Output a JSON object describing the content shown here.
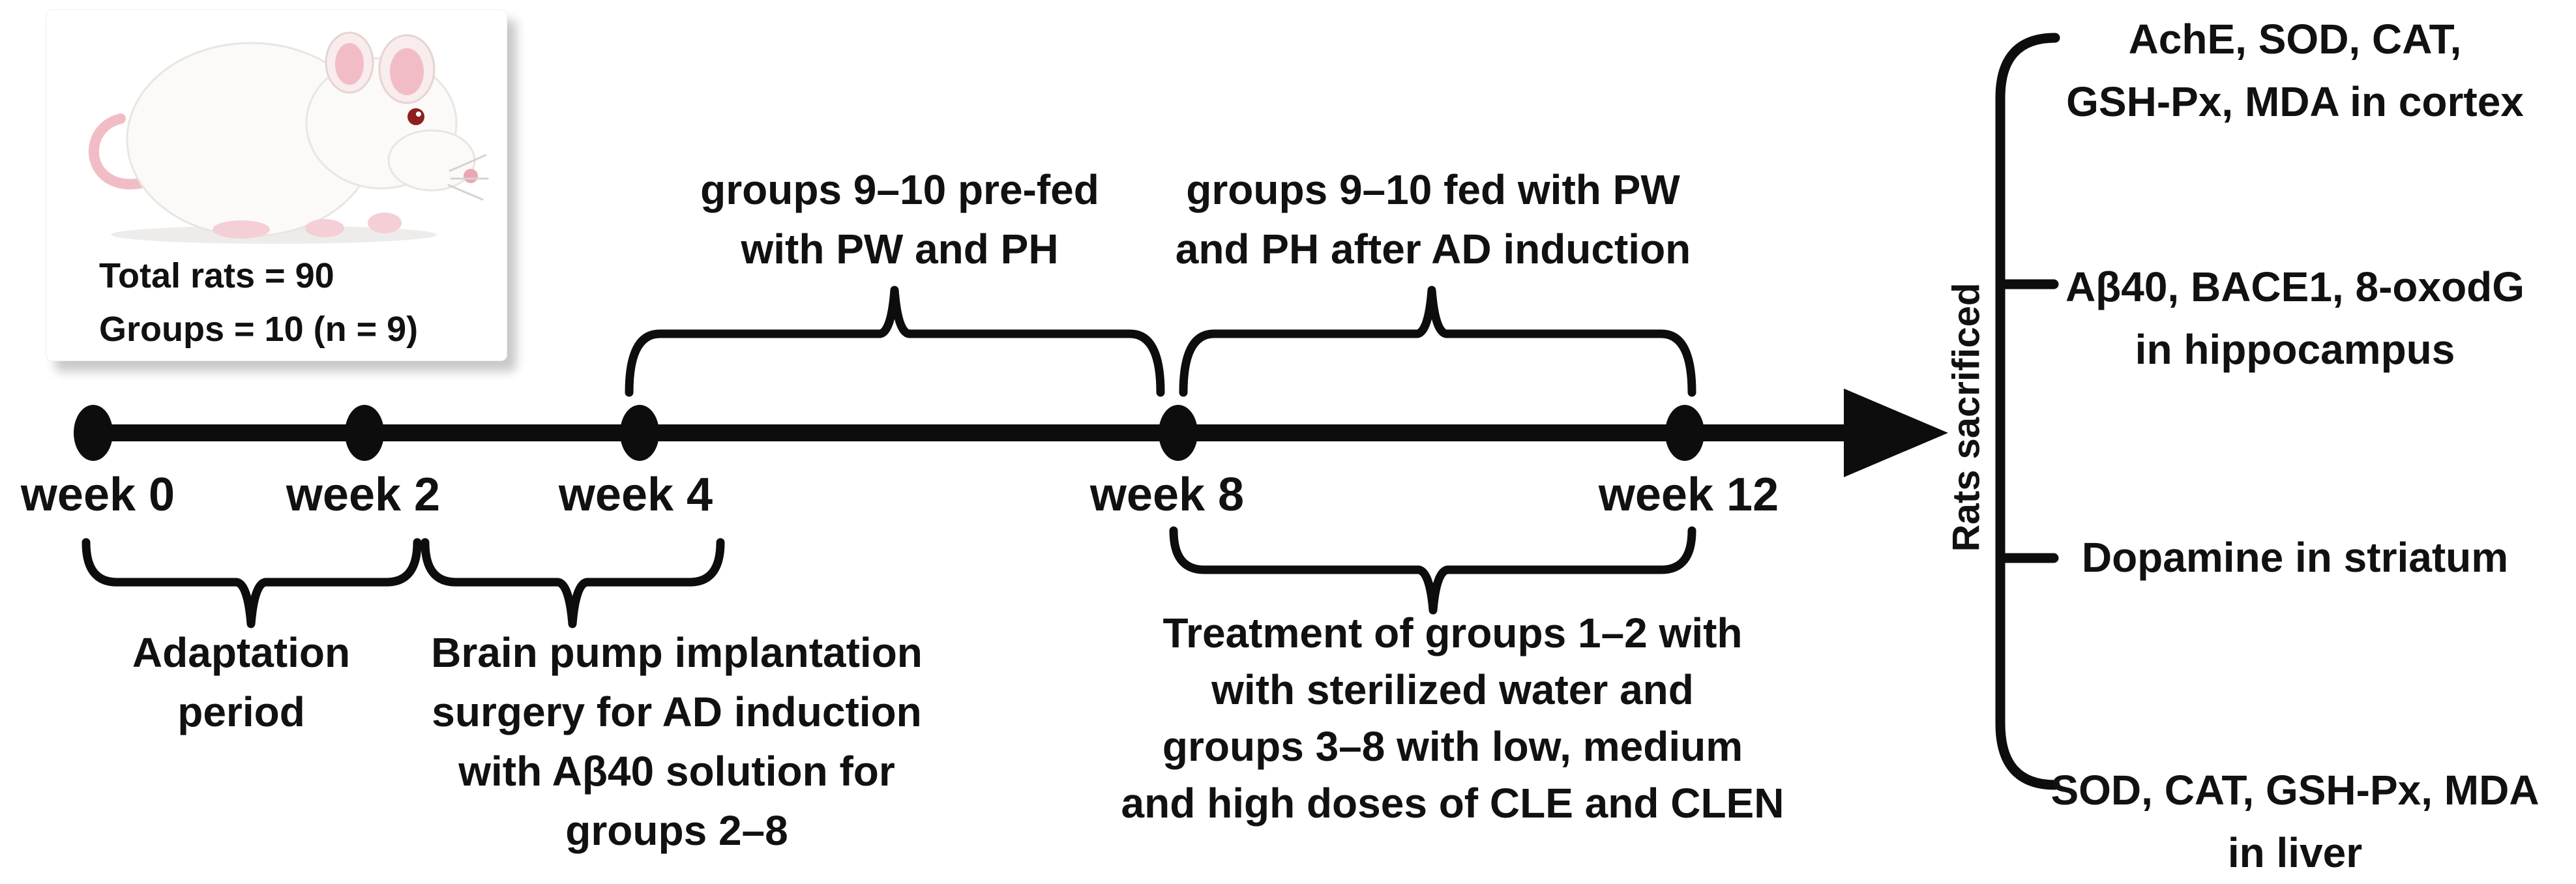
{
  "info_card": {
    "total_rats": "Total rats = 90",
    "groups": "Groups = 10 (n = 9)"
  },
  "timeline": {
    "week_labels": [
      "week 0",
      "week 2",
      "week 4",
      "week 8",
      "week 12"
    ]
  },
  "top_annotations": [
    {
      "lines": [
        "groups 9–10 pre-fed",
        "with PW and PH"
      ]
    },
    {
      "lines": [
        "groups 9–10 fed with PW",
        "and PH after AD induction"
      ]
    }
  ],
  "bottom_annotations": [
    {
      "lines": [
        "Adaptation",
        "period"
      ]
    },
    {
      "lines": [
        "Brain pump implantation",
        "surgery for AD induction",
        "with Aβ40 solution for",
        "groups 2–8"
      ]
    },
    {
      "lines": [
        "Treatment of groups 1–2 with",
        "with sterilized water and",
        "groups 3–8 with low, medium",
        "and high doses of CLE and CLEN"
      ]
    }
  ],
  "sacrifice": {
    "label": "Rats sacrificed",
    "outcomes": [
      {
        "lines": [
          "AchE, SOD, CAT,",
          "GSH-Px, MDA in cortex"
        ]
      },
      {
        "lines": [
          "Aβ40, BACE1, 8-oxodG",
          "in hippocampus"
        ]
      },
      {
        "lines": [
          "Dopamine in striatum"
        ]
      },
      {
        "lines": [
          "SOD, CAT, GSH-Px, MDA",
          "in liver"
        ]
      }
    ]
  },
  "colors": {
    "ink": "#0d0d0d",
    "card_shadow": "#d0d0d0",
    "rat_pink": "#f2bcc6",
    "rat_eye": "#8f1f1f"
  }
}
